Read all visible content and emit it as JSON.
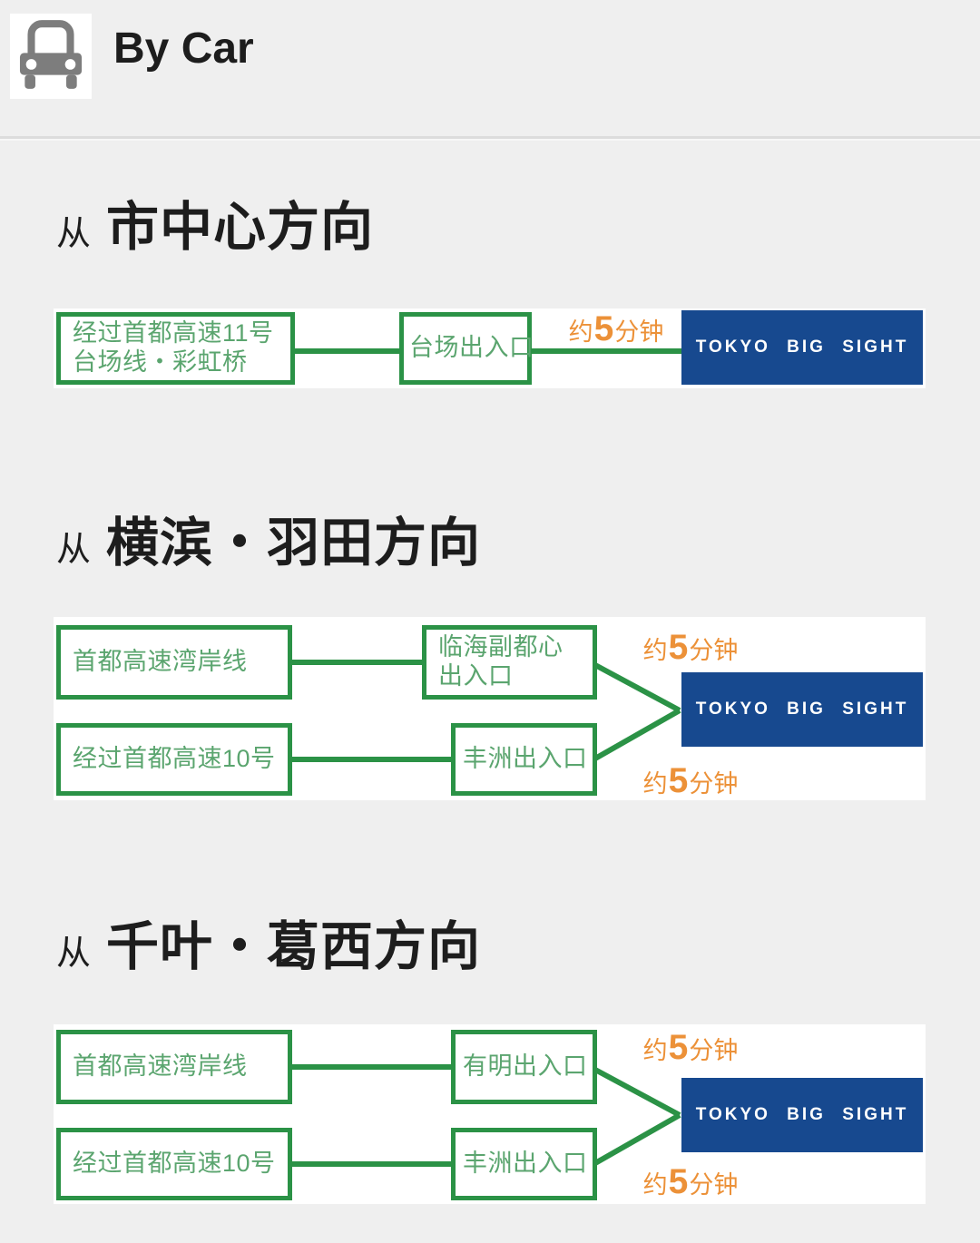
{
  "colors": {
    "bg": "#efefef",
    "panel": "#ffffff",
    "green": "#2b9246",
    "green-text": "#5ba56f",
    "orange": "#ec9138",
    "blue": "#17498f",
    "heading": "#1d1d1d",
    "divider": "#dcdcdc",
    "icon-gray": "#7d7d7d"
  },
  "header": {
    "title": "By Car",
    "icon": "car-icon"
  },
  "sections": [
    {
      "prefix": "从",
      "title": "市中心方向",
      "destination": "TOKYO BIG SIGHT",
      "routes": [
        {
          "start_line1": "经过首都高速11号",
          "start_line2": "台场线・彩虹桥",
          "exit_line1": "台场出入口",
          "duration": {
            "pre": "约",
            "num": "5",
            "post": "分钟"
          }
        }
      ]
    },
    {
      "prefix": "从",
      "title": "横滨・羽田方向",
      "destination": "TOKYO BIG SIGHT",
      "routes": [
        {
          "start_line1": "首都高速湾岸线",
          "exit_line1": "临海副都心",
          "exit_line2": "出入口",
          "duration": {
            "pre": "约",
            "num": "5",
            "post": "分钟"
          }
        },
        {
          "start_line1": "经过首都高速10号",
          "exit_line1": "丰洲出入口",
          "duration": {
            "pre": "约",
            "num": "5",
            "post": "分钟"
          }
        }
      ]
    },
    {
      "prefix": "从",
      "title": "千叶・葛西方向",
      "destination": "TOKYO BIG SIGHT",
      "routes": [
        {
          "start_line1": "首都高速湾岸线",
          "exit_line1": "有明出入口",
          "duration": {
            "pre": "约",
            "num": "5",
            "post": "分钟"
          }
        },
        {
          "start_line1": "经过首都高速10号",
          "exit_line1": "丰洲出入口",
          "duration": {
            "pre": "约",
            "num": "5",
            "post": "分钟"
          }
        }
      ]
    }
  ]
}
